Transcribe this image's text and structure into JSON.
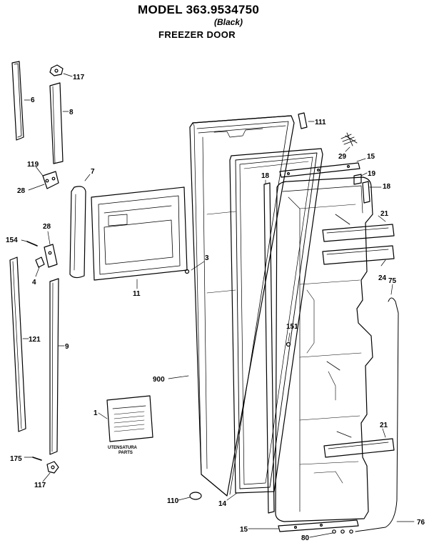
{
  "header": {
    "model": "MODEL 363.9534750",
    "color": "(Black)",
    "section": "FREEZER DOOR"
  },
  "parts": {
    "p6": "6",
    "p117a": "117",
    "p8": "8",
    "p119": "119",
    "p28a": "28",
    "p7": "7",
    "p154": "154",
    "p28b": "28",
    "p4": "4",
    "p11": "11",
    "p3": "3",
    "p121": "121",
    "p9": "9",
    "p111": "111",
    "p29": "29",
    "p15a": "15",
    "p18a": "18",
    "p19": "19",
    "p18b": "18",
    "p21a": "21",
    "p24": "24",
    "p75": "75",
    "p151": "151",
    "p900": "900",
    "p1": "1",
    "p175": "175",
    "p117b": "117",
    "p110": "110",
    "p14": "14",
    "p21b": "21",
    "p15b": "15",
    "p80": "80",
    "p76": "76"
  },
  "booklet": {
    "caption_line1": "UTENSATURA",
    "caption_line2": "PARTS"
  },
  "icons": {
    "drawing": "exploded-parts-diagram"
  }
}
